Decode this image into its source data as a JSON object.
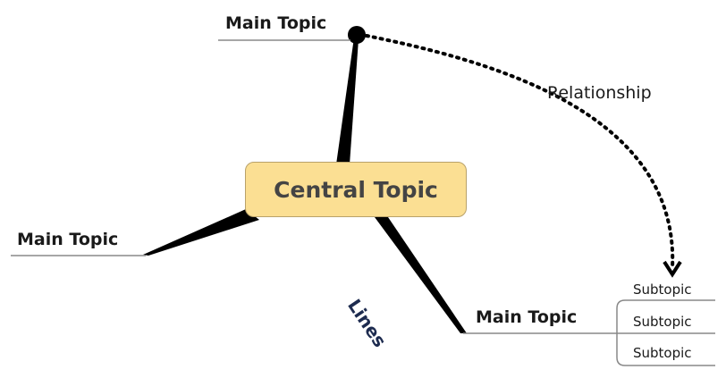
{
  "central_topic": {
    "label": "Central Topic",
    "fill_color": "#fbdf93",
    "border_color": "#b9a26a"
  },
  "main_topics": [
    {
      "label": "Main Topic"
    },
    {
      "label": "Main Topic"
    },
    {
      "label": "Main Topic"
    }
  ],
  "subtopics": [
    {
      "label": "Subtopic"
    },
    {
      "label": "Subtopic"
    },
    {
      "label": "Subtopic"
    }
  ],
  "relationship": {
    "label": "Relationship",
    "style": "dotted-arrow"
  },
  "lines_label": "Lines",
  "colors": {
    "branch": "#000000",
    "underline": "#888888",
    "lines_label": "#1d2b4f"
  }
}
